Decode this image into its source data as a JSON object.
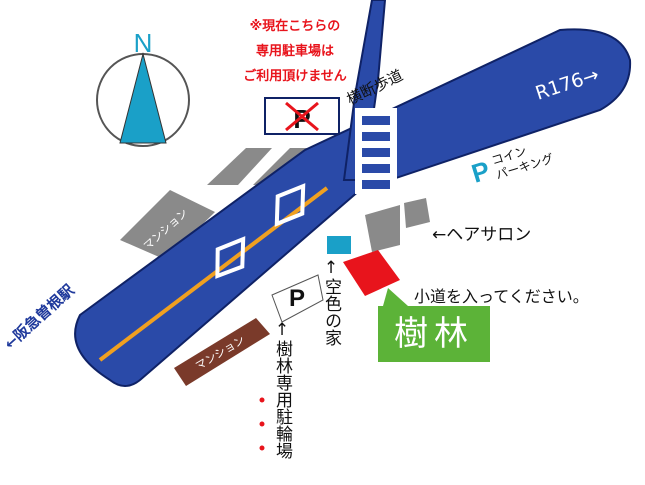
{
  "compass": {
    "label": "N"
  },
  "notice": {
    "lines": [
      "※現在こちらの",
      "専用駐車場は",
      "ご利用頂けません"
    ],
    "color": "#e8141c",
    "parking_symbol": "P"
  },
  "road": {
    "label": "R176→",
    "crosswalk_label": "横断歩道",
    "color": "#2a4aa8",
    "border": "#0f2266",
    "center_line": "#f0a020"
  },
  "station": {
    "label": "←阪急曽根駅",
    "color": "#203a9c"
  },
  "coin_parking": {
    "symbol": "P",
    "line1": "コイン",
    "line2": "パーキング",
    "color": "#1aa0c8"
  },
  "hair_salon": {
    "label": "←ヘアサロン"
  },
  "kairo": {
    "label": "小道を入ってください。"
  },
  "jurin_sign": {
    "label": "樹林",
    "bg": "#5cb338",
    "marker": "#e8141c"
  },
  "akiiro": {
    "label": "↑空色の家",
    "color": "#1aa0c8"
  },
  "jurin_parking": {
    "symbol": "P",
    "label": "↑樹林専用駐輪場"
  },
  "mansions": {
    "upper": "マンション",
    "lower": "マンション"
  },
  "colors": {
    "building_gray": "#8a8a8a",
    "mansion_brown": "#7a3a2a"
  }
}
